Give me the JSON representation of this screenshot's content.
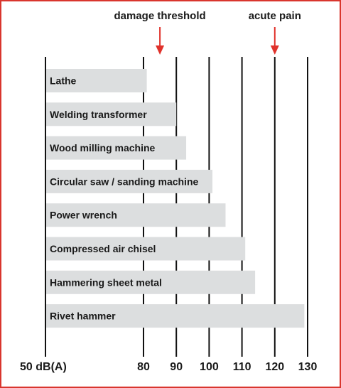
{
  "chart_data": {
    "type": "bar",
    "orientation": "horizontal",
    "categories": [
      "Lathe",
      "Welding transformer",
      "Wood milling machine",
      "Circular saw / sanding machine",
      "Power wrench",
      "Compressed air chisel",
      "Hammering sheet metal",
      "Rivet hammer"
    ],
    "values": [
      81,
      90,
      93,
      101,
      105,
      111,
      114,
      129
    ],
    "baseline": 50,
    "xlim": [
      50,
      130
    ],
    "xticks": [
      50,
      80,
      90,
      100,
      110,
      120,
      130
    ],
    "xtick_labels": [
      "50 dB(A)",
      "80",
      "90",
      "100",
      "110",
      "120",
      "130"
    ],
    "grid": true,
    "annotations": [
      {
        "text": "damage threshold",
        "x": 85
      },
      {
        "text": "acute pain",
        "x": 120
      }
    ],
    "colors": {
      "bar": "#dcdedf",
      "grid": "#111111",
      "arrow": "#e0322b",
      "frame": "#d9362e",
      "text": "#1a1a1a"
    }
  }
}
